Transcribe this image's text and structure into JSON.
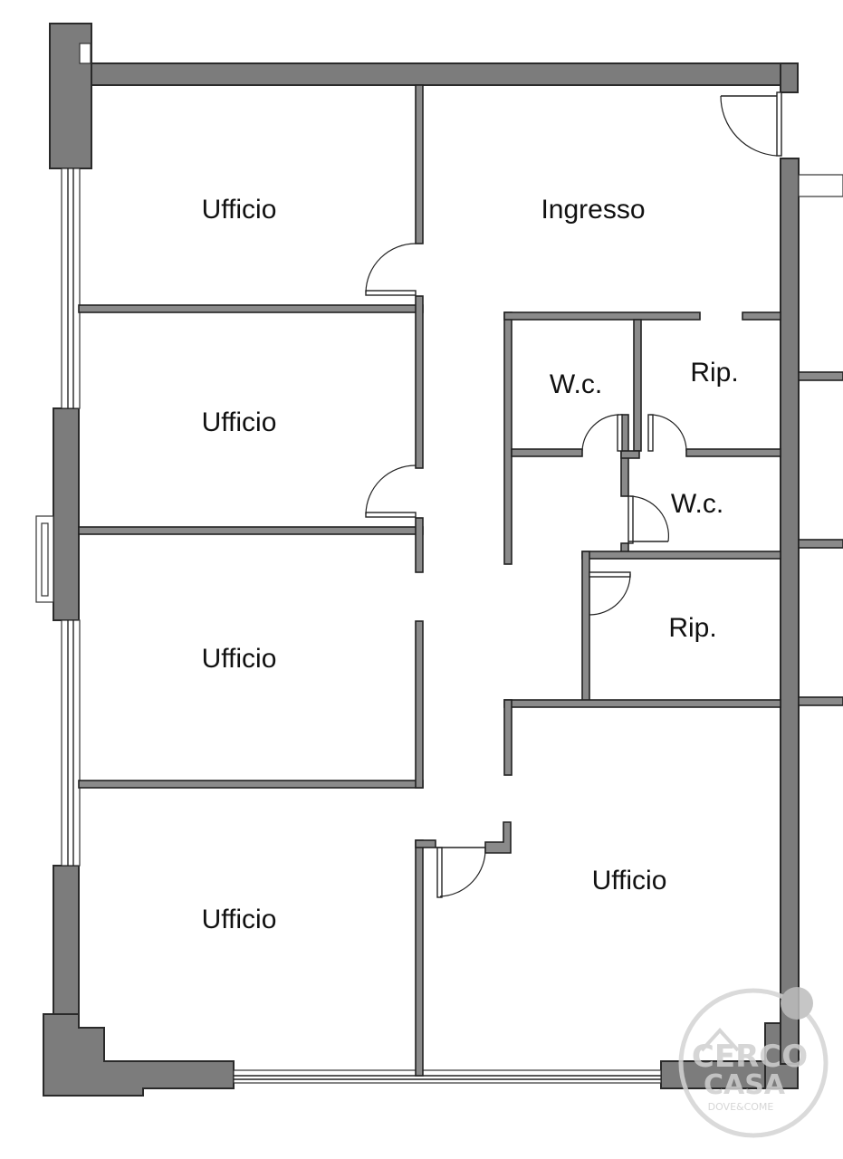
{
  "rooms": [
    {
      "label": "Ufficio"
    },
    {
      "label": "Ingresso"
    },
    {
      "label": "Ufficio"
    },
    {
      "label": "W.c."
    },
    {
      "label": "Rip."
    },
    {
      "label": "W.c."
    },
    {
      "label": "Ufficio"
    },
    {
      "label": "Rip."
    },
    {
      "label": "Ufficio"
    },
    {
      "label": "Ufficio"
    }
  ],
  "watermark": {
    "line1": "CERCO",
    "line2": "CASA",
    "tagline": "DOVE&COME"
  }
}
